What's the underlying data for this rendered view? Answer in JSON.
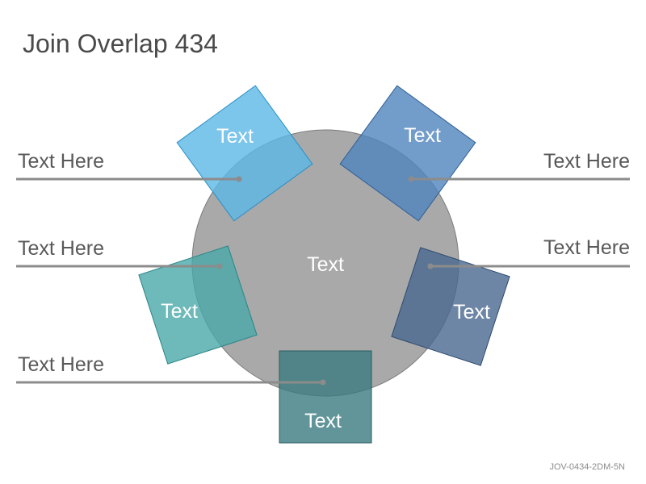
{
  "title": "Join Overlap 434",
  "center_label": "Text",
  "squares": [
    {
      "label": "Text",
      "color": "#5bb7e6",
      "name": "square-top-left"
    },
    {
      "label": "Text",
      "color": "#4f83bb",
      "name": "square-top-right"
    },
    {
      "label": "Text",
      "color": "#4aa8a8",
      "name": "square-mid-left"
    },
    {
      "label": "Text",
      "color": "#4a6890",
      "name": "square-mid-right"
    },
    {
      "label": "Text",
      "color": "#3a7a80",
      "name": "square-bottom"
    }
  ],
  "callouts": {
    "left_top": "Text Here",
    "left_mid": "Text Here",
    "left_bottom": "Text Here",
    "right_top": "Text Here",
    "right_mid": "Text Here"
  },
  "footer_code": "JOV-0434-2DM-5N",
  "colors": {
    "circle_fill": "#a9a9a9",
    "line_color": "#8c8c8c"
  }
}
